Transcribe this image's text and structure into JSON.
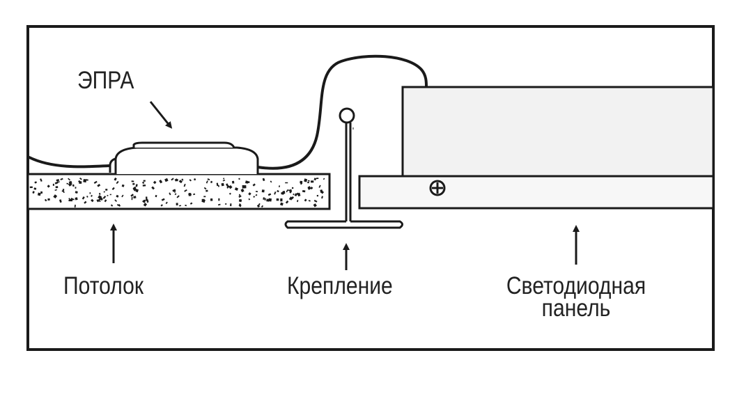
{
  "labels": {
    "ballast": "ЭПРА",
    "ceiling": "Потолок",
    "mount": "Крепление",
    "panel_line1": "Светодиодная",
    "panel_line2": "панель"
  },
  "colors": {
    "stroke": "#1a1a1a",
    "panel_fill": "#f2f2f2",
    "ceiling_fill": "#ffffff",
    "background": "#ffffff"
  }
}
